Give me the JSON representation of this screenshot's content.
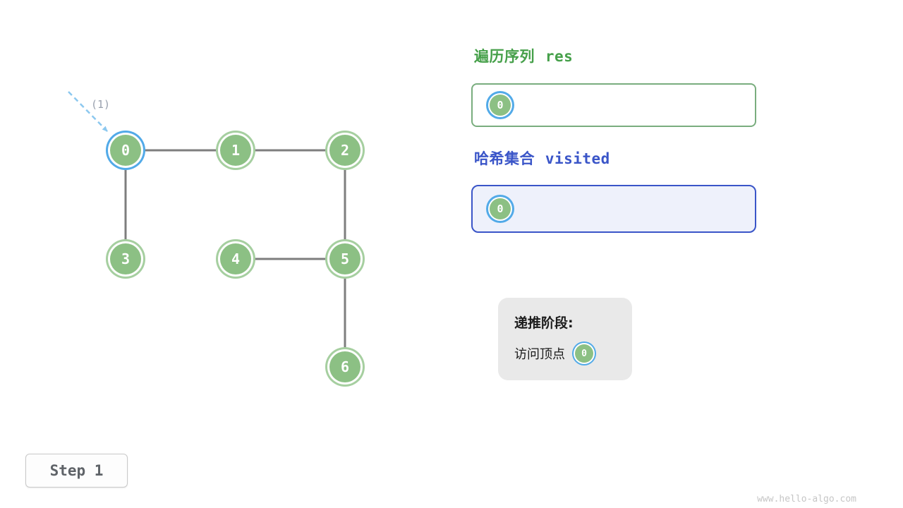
{
  "graph": {
    "nodes": [
      {
        "id": "0",
        "value": "0",
        "active": true
      },
      {
        "id": "1",
        "value": "1",
        "active": false
      },
      {
        "id": "2",
        "value": "2",
        "active": false
      },
      {
        "id": "3",
        "value": "3",
        "active": false
      },
      {
        "id": "4",
        "value": "4",
        "active": false
      },
      {
        "id": "5",
        "value": "5",
        "active": false
      },
      {
        "id": "6",
        "value": "6",
        "active": false
      }
    ],
    "edges": [
      [
        "0",
        "1"
      ],
      [
        "1",
        "2"
      ],
      [
        "0",
        "3"
      ],
      [
        "2",
        "5"
      ],
      [
        "4",
        "5"
      ],
      [
        "5",
        "6"
      ]
    ],
    "arrow_label": "(1)"
  },
  "panels": {
    "res": {
      "title_cn": "遍历序列",
      "title_code": "res",
      "items": [
        {
          "value": "0",
          "active": true
        }
      ]
    },
    "visited": {
      "title_cn": "哈希集合",
      "title_code": "visited",
      "items": [
        {
          "value": "0",
          "active": true
        }
      ]
    }
  },
  "status_card": {
    "phase_title": "递推阶段:",
    "action_label": "访问顶点",
    "node": {
      "value": "0",
      "active": true
    }
  },
  "step_indicator": {
    "label": "Step 1"
  },
  "watermark": "www.hello-algo.com",
  "colors": {
    "node_green": "#8CC084",
    "node_ring_green": "#A6CFA0",
    "active_ring_blue": "#52AAE8",
    "edge_gray": "#7E7E7E",
    "res_green": "#46A04A",
    "visited_blue": "#3A55C8",
    "arrow_blue": "#8CC8EF"
  }
}
